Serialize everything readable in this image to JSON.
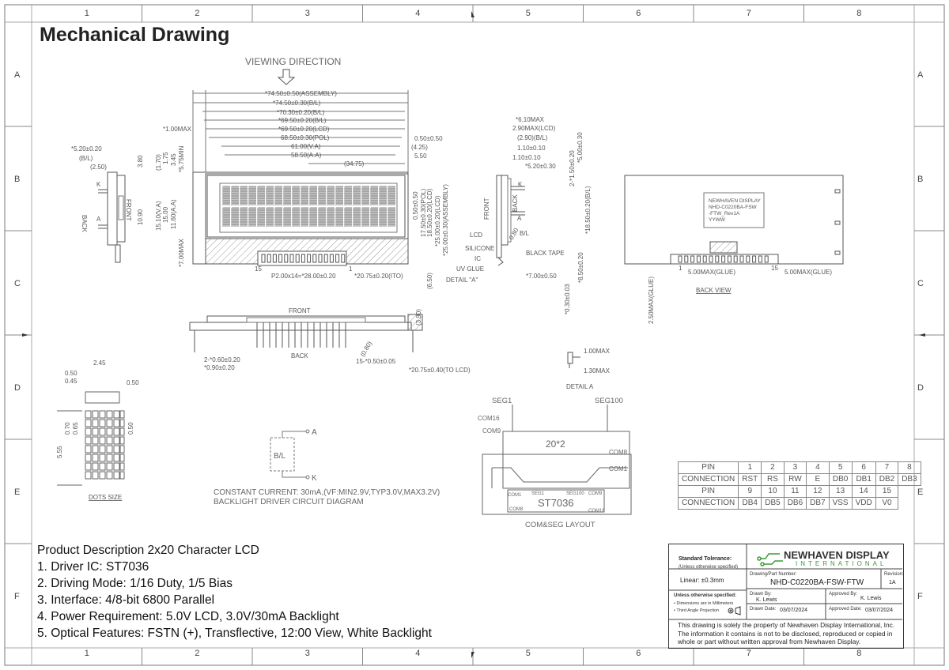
{
  "title": "Mechanical Drawing",
  "grid": {
    "columns": [
      "1",
      "2",
      "3",
      "4",
      "5",
      "6",
      "7",
      "8"
    ],
    "rows": [
      "A",
      "B",
      "C",
      "D",
      "E",
      "F"
    ]
  },
  "front_view": {
    "viewing_direction": "VIEWING DIRECTION",
    "dims_top": [
      "*74.50±0.50(ASSEMBLY)",
      "*74.50±0.30(B/L)",
      "*70.30±0.20(B/L)",
      "*69.50±0.20(B/L)",
      "*69.50±0.20(LCD)",
      "68.50±0.30(POL)",
      "61.00(V.A)",
      "58.50(A.A)",
      "(34.75)"
    ],
    "dim_1max": "*1.00MAX",
    "dims_right": [
      "0.50±0.50",
      "(4.25)",
      "5.50",
      "0.50±0.50",
      "17.50±0.30(POL)",
      "18.50±0.20(LCD)",
      "*25.00±0.20(LCD)",
      "*25.00±0.30(ASSEMBLY)",
      "(6.50)"
    ],
    "dims_left_vert": [
      "(1.70)",
      "1.75",
      "3.45",
      "*5.75MIN",
      "15.10(V.A)",
      "15.00",
      "11.60(A.A)",
      "*7.00MAX"
    ],
    "pitch_dim": "P2.00x14=*28.00±0.20",
    "ito_dim": "*20.75±0.20(ITO)",
    "pin1": "1",
    "pin15": "15"
  },
  "side_left": {
    "dims": [
      "*5.20±0.20",
      "(B/L)",
      "(2.50)",
      "3.80",
      "10.90"
    ],
    "labels": [
      "BACK",
      "FRONT",
      "K",
      "A"
    ]
  },
  "bottom_view": {
    "front": "FRONT",
    "back": "BACK",
    "dims": [
      "2-*0.60±0.20",
      "*0.90±0.20",
      "15-*0.50±0.05",
      "*20.75±0.40(TO LCD)",
      "(3.90)",
      "(0.80)"
    ]
  },
  "side_right": {
    "dims_top": [
      "*6.10MAX",
      "2.90MAX(LCD)",
      "(2.90)(B/L)",
      "1.10±0.10",
      "1.10±0.10",
      "*5.20±0.30",
      "2-*1.50±0.20",
      "*5.00±0.30",
      "*18.50±0.20(B/L)",
      "*8.50±0.20",
      "*7.00±0.50",
      "*0.30±0.03"
    ],
    "labels": [
      "FRONT",
      "BACK",
      "K",
      "A",
      "B/L",
      "LCD",
      "SILICONE",
      "IC",
      "UV GLUE",
      "DETAIL \"A\"",
      "BLACK TAPE",
      "0.80"
    ]
  },
  "back_view": {
    "label_lines": [
      "NEWHAVEN DISPLAY",
      "NHD-C0220BA-FSW",
      "-FTW_Rev1A",
      "YYWW"
    ],
    "dims": [
      "5.00MAX(GLUE)",
      "5.00MAX(GLUE)",
      "2.50MAX(GLUE)",
      "1",
      "15"
    ],
    "caption": "BACK VIEW"
  },
  "detail_a": {
    "dims": [
      "1.00MAX",
      "1.30MAX"
    ],
    "caption": "DETAIL A"
  },
  "dots": {
    "dims": [
      "2.45",
      "0.50",
      "0.45",
      "0.50",
      "5.55",
      "0.70",
      "0.65",
      "0.50"
    ],
    "caption": "DOTS SIZE"
  },
  "backlight": {
    "labels": [
      "A",
      "K",
      "B/L"
    ],
    "line1": "CONSTANT CURRENT: 30mA,(VF:MIN2.9V,TYP3.0V,MAX3.2V)",
    "line2": "BACKLIGHT DRIVER CIRCUIT DIAGRAM"
  },
  "layout": {
    "seg1": "SEG1",
    "seg100": "SEG100",
    "com16": "COM16",
    "com9": "COM9",
    "com8": "COM8",
    "com1": "COM1",
    "grid": "20*2",
    "ic_labels": [
      "COM1",
      "SEG1",
      "SEG100",
      "COM9"
    ],
    "ic_bottom": [
      "COM8",
      "COM16"
    ],
    "ic_name": "ST7036",
    "caption": "COM&SEG LAYOUT"
  },
  "pin_table": {
    "rows": [
      [
        "PIN",
        "1",
        "2",
        "3",
        "4",
        "5",
        "6",
        "7",
        "8"
      ],
      [
        "CONNECTION",
        "RST",
        "RS",
        "RW",
        "E",
        "DB0",
        "DB1",
        "DB2",
        "DB3"
      ],
      [
        "PIN",
        "9",
        "10",
        "11",
        "12",
        "13",
        "14",
        "15"
      ],
      [
        "CONNECTION",
        "DB4",
        "DB5",
        "DB6",
        "DB7",
        "VSS",
        "VDD",
        "V0"
      ]
    ]
  },
  "description": [
    "Product Description 2x20 Character LCD",
    "1. Driver IC: ST7036",
    "2. Driving Mode: 1/16 Duty, 1/5 Bias",
    "3. Interface: 4/8-bit 6800 Parallel",
    "4. Power Requirement: 5.0V LCD, 3.0V/30mA Backlight",
    "5. Optical Features: FSTN (+), Transflective, 12:00 View, White Backlight"
  ],
  "title_block": {
    "std_tol": "Standard Tolerance:",
    "unless": "(Unless otherwise specified)",
    "linear": "Linear:  ±0.3mm",
    "brand": "NEWHAVEN DISPLAY",
    "brand_sub": "INTERNATIONAL",
    "part_label": "Drawing/Part Number:",
    "part": "NHD-C0220BA-FSW-FTW",
    "rev_label": "Revision:",
    "rev": "1A",
    "spec1": "Unless otherwise specified:",
    "spec2": "• Dimensions are in Millimeters",
    "spec3": "• Third Angle Projection",
    "drawn_by_label": "Drawn By:",
    "drawn_by": "K. Lewis",
    "approved_by_label": "Approved By:",
    "approved_by": "K. Lewis",
    "drawn_date_label": "Drawn Date:",
    "drawn_date": "03/07/2024",
    "approved_date_label": "Approved Date:",
    "approved_date": "03/07/2024",
    "notice": "This drawing is solely the property of Newhaven Display International, Inc. The information it contains is not to be disclosed, reproduced or copied in whole or part without written approval from Newhaven Display.",
    "brand_color": "#3a9a3a"
  }
}
